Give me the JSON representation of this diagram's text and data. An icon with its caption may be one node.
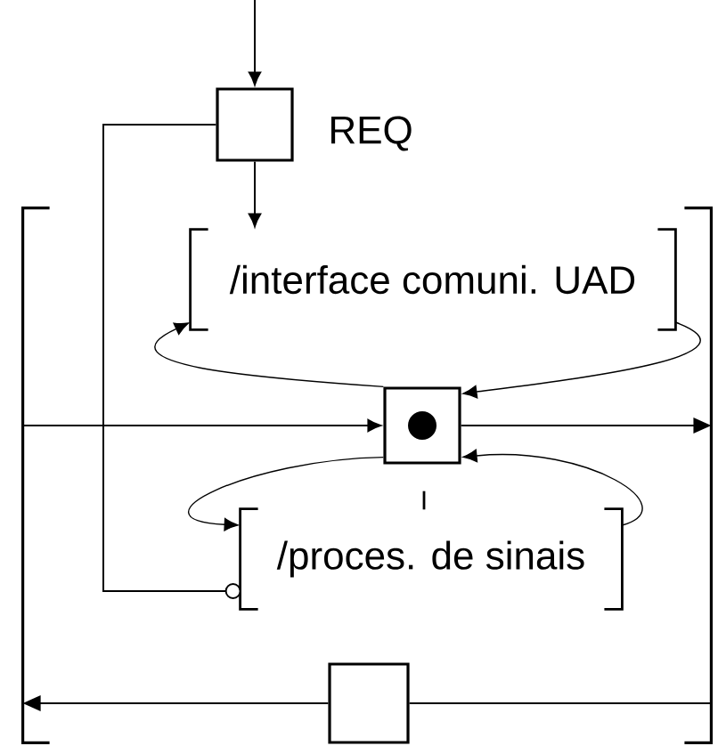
{
  "diagram": {
    "nodes": [
      {
        "text": [],
        "shape": "box",
        "beside": [
          "REQ"
        ]
      },
      {
        "text": [],
        "shape": "bracket"
      },
      {
        "text": [
          "/interface comuni. UAD"
        ],
        "in": 1
      },
      {
        "text": [],
        "shape": "box",
        "in": 1
      },
      {
        "text": [
          "/proces. de sinais"
        ],
        "in": 1
      },
      {
        "text": [],
        "shape": "box",
        "in": 1
      }
    ],
    "edges": [
      {
        "from": null,
        "to": 0,
        "arrow": "to"
      },
      {
        "from": 0,
        "to": 2,
        "arrow": "to"
      },
      {
        "from": 0,
        "to": 4,
        "arrow": "other"
      },
      {
        "from": 3,
        "to": 2,
        "arrow": "to"
      },
      {
        "from": 2,
        "to": 3,
        "arrow": "to"
      },
      {
        "from": 1,
        "to": 3,
        "arrow": "to"
      },
      {
        "from": 3,
        "to": 1,
        "arrow": "to"
      },
      {
        "from": 3,
        "to": 4,
        "arrow": "to"
      },
      {
        "from": 4,
        "to": 3,
        "arrow": "to"
      },
      {
        "from": 1,
        "to": 5,
        "arrow": "none"
      },
      {
        "from": 5,
        "to": 1,
        "arrow": "to"
      }
    ],
    "labels": [
      "I"
    ]
  }
}
